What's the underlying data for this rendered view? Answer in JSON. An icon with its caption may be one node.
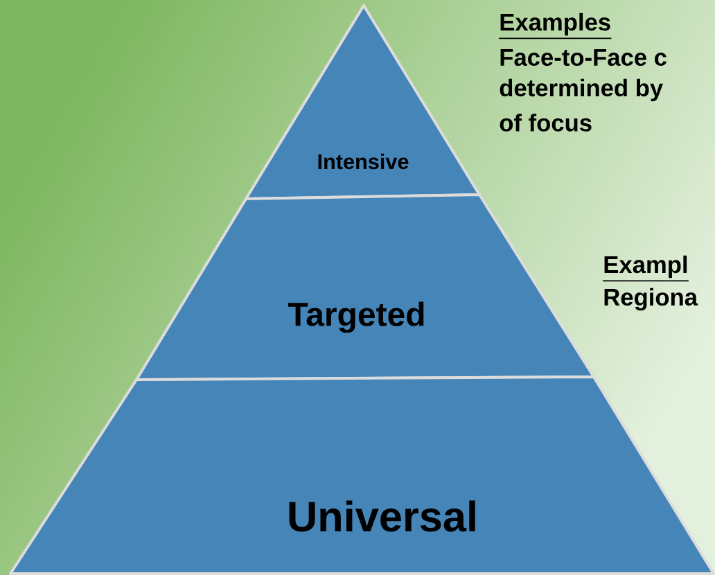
{
  "diagram": {
    "nodes": [
      {
        "text": [
          "Intensive"
        ]
      },
      {
        "text": [
          "Targeted"
        ]
      },
      {
        "text": [
          "Universal"
        ]
      }
    ],
    "labels": [
      "Examples",
      "Face-to-Face c",
      "determined by",
      "of focus",
      "Exampl",
      "Regiona"
    ]
  }
}
